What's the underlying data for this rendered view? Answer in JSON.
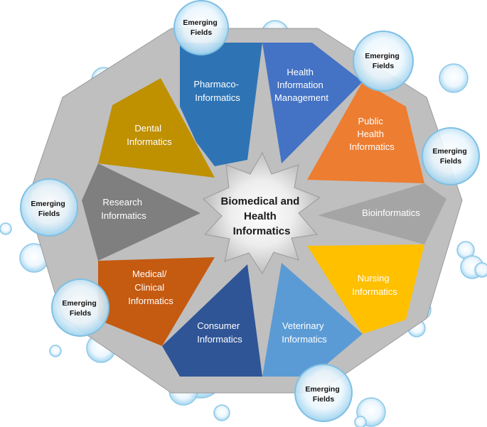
{
  "center": {
    "lines": [
      "Biomedical and",
      "Health",
      "Informatics"
    ]
  },
  "segments": [
    {
      "id": "pharmaco",
      "lines": [
        "Pharmaco-",
        "Informatics"
      ],
      "color": "#2E74B5"
    },
    {
      "id": "him",
      "lines": [
        "Health",
        "Information",
        "Management"
      ],
      "color": "#4472C4"
    },
    {
      "id": "public-health",
      "lines": [
        "Public",
        "Health",
        "Informatics"
      ],
      "color": "#ED7D31"
    },
    {
      "id": "bioinformatics",
      "lines": [
        "Bioinformatics"
      ],
      "color": "#A5A5A5"
    },
    {
      "id": "nursing",
      "lines": [
        "Nursing",
        "Informatics"
      ],
      "color": "#FFC000"
    },
    {
      "id": "veterinary",
      "lines": [
        "Veterinary",
        "Informatics"
      ],
      "color": "#5B9BD5"
    },
    {
      "id": "consumer",
      "lines": [
        "Consumer",
        "Informatics"
      ],
      "color": "#2F5597"
    },
    {
      "id": "clinical",
      "lines": [
        "Medical/",
        "Clinical",
        "Informatics"
      ],
      "color": "#C55A11"
    },
    {
      "id": "research",
      "lines": [
        "Research",
        "Informatics"
      ],
      "color": "#7F7F7F"
    },
    {
      "id": "dental",
      "lines": [
        "Dental",
        "Informatics"
      ],
      "color": "#BF9000"
    }
  ],
  "emerging": {
    "lines": [
      "Emerging",
      "Fields"
    ],
    "count": 6
  },
  "colors": {
    "frame": "#BFBFBF",
    "hub_light": "#F2F2F2",
    "hub_dark": "#A6A6A6",
    "bubble_edge": "#7FBFE3"
  }
}
